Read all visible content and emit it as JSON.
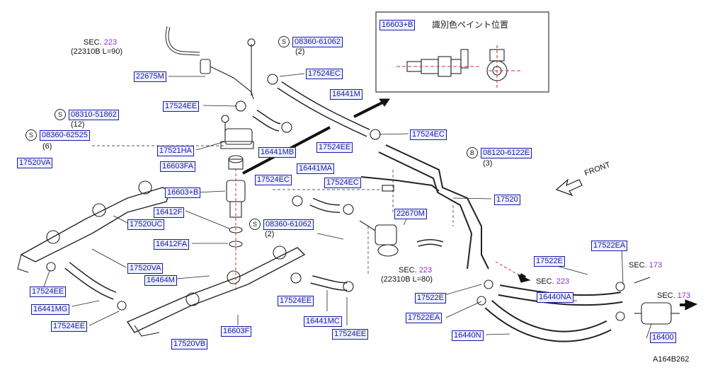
{
  "inset": {
    "part": "16603+B",
    "note": "識別色ペイント位置"
  },
  "secs": [
    {
      "prefix": "SEC.",
      "num": "223",
      "sub": "(22310B L=90)"
    },
    {
      "prefix": "SEC.",
      "num": "223",
      "sub": "(22310B L=80)"
    },
    {
      "prefix": "SEC.",
      "num": "223"
    },
    {
      "prefix": "SEC.",
      "num": "173"
    },
    {
      "prefix": "SEC.",
      "num": "173"
    }
  ],
  "bolts": [
    {
      "sym": "S",
      "part": "08360-61062",
      "qty": "(2)"
    },
    {
      "sym": "S",
      "part": "08310-51862",
      "qty": "(12)"
    },
    {
      "sym": "S",
      "part": "08360-62525",
      "qty": "(6)"
    },
    {
      "sym": "B",
      "part": "08120-6122E",
      "qty": "(3)"
    },
    {
      "sym": "S",
      "part": "08360-61062",
      "qty": "(2)"
    }
  ],
  "parts": {
    "p22675M": "22675M",
    "p17524EC_a": "17524EC",
    "p16441M": "16441M",
    "p17524EE_a": "17524EE",
    "p17524EC_b": "17524EC",
    "p17521HA": "17521HA",
    "p16441MB": "16441MB",
    "p17524EE_b": "17524EE",
    "p17520VA": "17520VA",
    "p16603FA": "16603FA",
    "p16441MA": "16441MA",
    "p17524EC_c": "17524EC",
    "p17524EC_d": "17524EC",
    "p16603B": "16603+B",
    "p17520": "17520",
    "p16412F": "16412F",
    "p17520UC": "17520UC",
    "p22670M": "22670M",
    "p16412FA": "16412FA",
    "p17520VA_b": "17520VA",
    "p17524EE_c": "17524EE",
    "p16464M": "16464M",
    "p17522E_a": "17522E",
    "p17522EA_a": "17522EA",
    "p17524EE_d": "17524EE",
    "p16441MG": "16441MG",
    "p17524EE_e": "17524EE",
    "p16441MC": "16441MC",
    "p17524EE_f": "17524EE",
    "p16603F": "16603F",
    "p17520VB": "17520VB",
    "p17522E_b": "17522E",
    "p16440NA": "16440NA",
    "p17522EA_b": "17522EA",
    "p16440N": "16440N",
    "p16400": "16400"
  },
  "front": "FRONT",
  "diagram_id": "A164B262"
}
